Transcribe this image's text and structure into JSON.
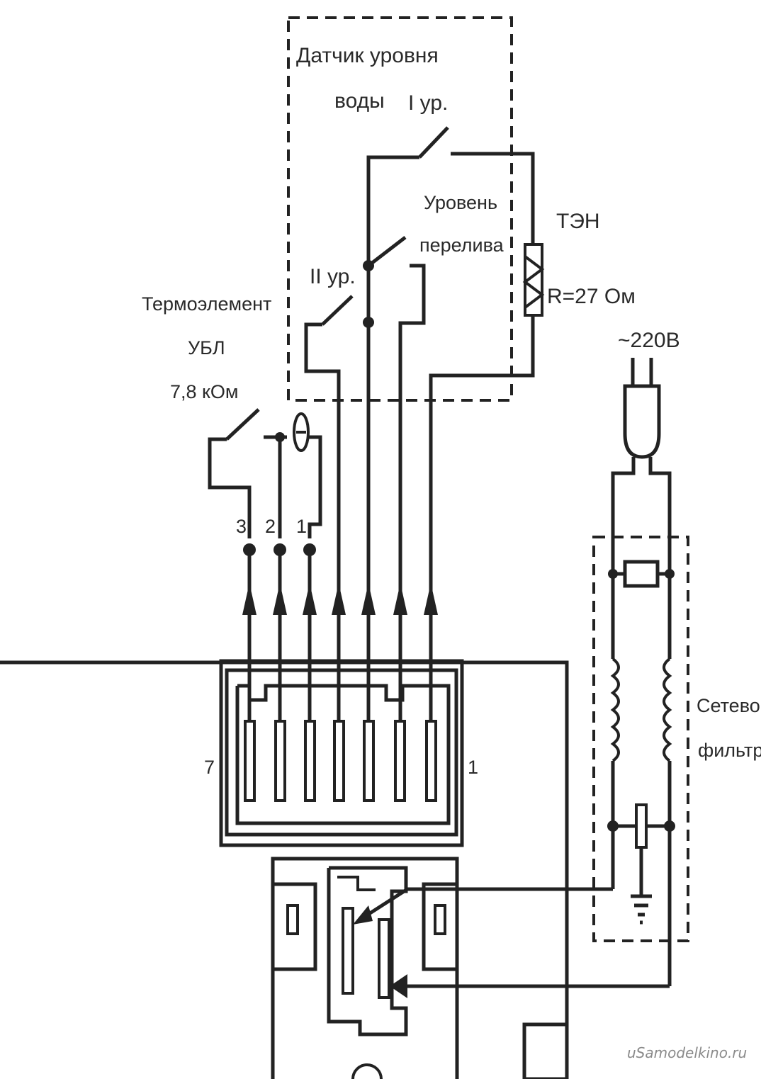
{
  "water_sensor": {
    "title": "Датчик уровня",
    "title_line2": "воды",
    "level1": "I ур.",
    "overflow_line1": "Уровень",
    "overflow_line2": "перелива",
    "level2": "II ур."
  },
  "heater": {
    "name": "ТЭН",
    "resistance": "R=27 Ом"
  },
  "door_lock": {
    "line1": "Термоэлемент",
    "line2": "УБЛ",
    "line3": "7,8 кОм",
    "pin3": "3",
    "pin2": "2",
    "pin1": "1"
  },
  "connector": {
    "left_pin": "7",
    "right_pin": "1"
  },
  "mains": {
    "voltage": "~220В"
  },
  "filter": {
    "line1": "Сетевой",
    "line2": "фильтр"
  },
  "watermark": "uSamodelkino.ru"
}
